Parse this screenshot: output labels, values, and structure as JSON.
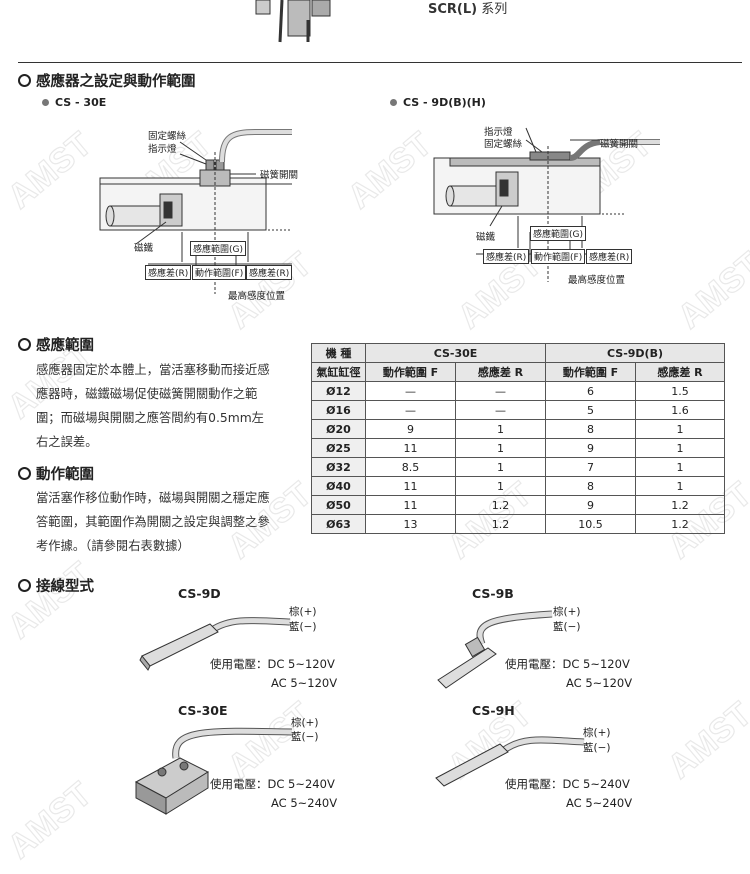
{
  "header": {
    "series_model": "SCR(L)",
    "series_suffix": "系列"
  },
  "section_setting": {
    "title": "感應器之設定與動作範圍",
    "left": {
      "model": "CS - 30E",
      "labels": {
        "fixing_screw": "固定螺絲",
        "indicator": "指示燈",
        "reed_switch": "磁簧開關",
        "magnet": "磁鐵",
        "sensing_range": "感應範圍(G)",
        "hysteresis_left": "感應差(R)",
        "operating_range": "動作範圍(F)",
        "hysteresis_right": "感應差(R)",
        "max_sensitivity": "最高感度位置"
      }
    },
    "right": {
      "model": "CS - 9D(B)(H)",
      "labels": {
        "indicator": "指示燈",
        "fixing_screw": "固定螺絲",
        "reed_switch": "磁簧開關",
        "magnet": "磁鐵",
        "sensing_range": "感應範圍(G)",
        "hysteresis_left": "感應差(R)",
        "operating_range": "動作範圍(F)",
        "hysteresis_right": "感應差(R)",
        "max_sensitivity": "最高感度位置"
      }
    }
  },
  "section_sensing": {
    "title": "感應範圍",
    "text": "感應器固定於本體上，當活塞移動而接近感應器時，磁鐵磁場促使磁簧開關動作之範圍；而磁場與開關之應答間約有0.5mm左右之誤差。"
  },
  "section_operating": {
    "title": "動作範圍",
    "text": "當活塞作移位動作時，磁場與開關之穩定應答範圍，其範圍作為開關之設定與調整之參考作據。（請參閱右表數據）"
  },
  "table": {
    "header_model": "機 種",
    "group_a": "CS-30E",
    "group_b": "CS-9D(B)",
    "header_bore": "氣缸缸徑",
    "col_f": "動作範圍 F",
    "col_r": "感應差 R",
    "rows": [
      {
        "bore": "Ø12",
        "a_f": "—",
        "a_r": "—",
        "b_f": "6",
        "b_r": "1.5"
      },
      {
        "bore": "Ø16",
        "a_f": "—",
        "a_r": "—",
        "b_f": "5",
        "b_r": "1.6"
      },
      {
        "bore": "Ø20",
        "a_f": "9",
        "a_r": "1",
        "b_f": "8",
        "b_r": "1"
      },
      {
        "bore": "Ø25",
        "a_f": "11",
        "a_r": "1",
        "b_f": "9",
        "b_r": "1"
      },
      {
        "bore": "Ø32",
        "a_f": "8.5",
        "a_r": "1",
        "b_f": "7",
        "b_r": "1"
      },
      {
        "bore": "Ø40",
        "a_f": "11",
        "a_r": "1",
        "b_f": "8",
        "b_r": "1"
      },
      {
        "bore": "Ø50",
        "a_f": "11",
        "a_r": "1.2",
        "b_f": "9",
        "b_r": "1.2"
      },
      {
        "bore": "Ø63",
        "a_f": "13",
        "a_r": "1.2",
        "b_f": "10.5",
        "b_r": "1.2"
      }
    ]
  },
  "section_wiring": {
    "title": "接線型式",
    "wire_brown": "棕(+)",
    "wire_blue": "藍(−)",
    "voltage_label": "使用電壓：",
    "switches": [
      {
        "model": "CS-9D",
        "dc": "DC 5~120V",
        "ac": "AC 5~120V"
      },
      {
        "model": "CS-9B",
        "dc": "DC 5~120V",
        "ac": "AC 5~120V"
      },
      {
        "model": "CS-30E",
        "dc": "DC 5~240V",
        "ac": "AC 5~240V"
      },
      {
        "model": "CS-9H",
        "dc": "DC 5~240V",
        "ac": "AC 5~240V"
      }
    ]
  },
  "watermark": "AMST",
  "colors": {
    "text": "#222222",
    "table_header": "#e7e7e7",
    "line": "#333333"
  }
}
